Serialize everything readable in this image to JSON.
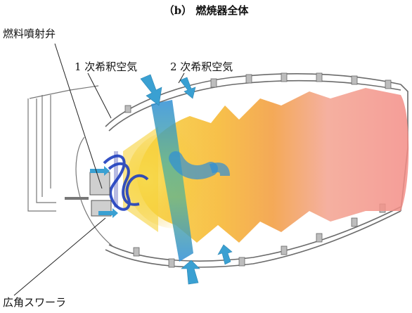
{
  "title": "（b） 燃焼器全体",
  "labels": {
    "fuel_injector": "燃料噴射弁",
    "primary_air": "1 次希釈空気",
    "secondary_air": "2 次希釈空気",
    "swirler": "広角スワーラ"
  },
  "colors": {
    "air_band": "#2f8fd6",
    "arrow": "#3aa0d2",
    "flame_core": "#f6c324",
    "flame_mid": "#f29a3a",
    "flame_tail": "#f08a86",
    "liner": "#6b6b6b",
    "swirl": "#1f3fbf"
  }
}
